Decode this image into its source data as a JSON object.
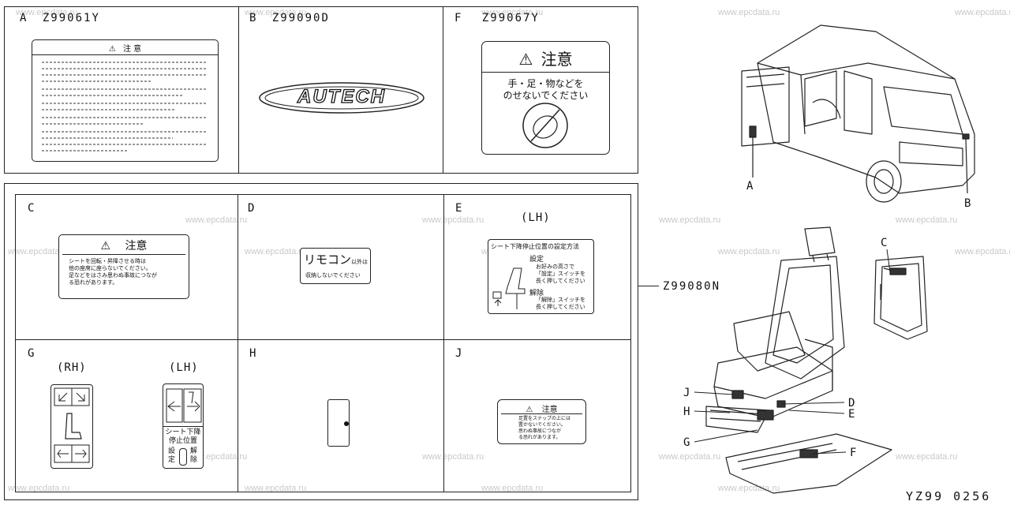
{
  "watermark": "www.epcdata.ru",
  "panel_top": {
    "A": {
      "letter": "A",
      "code": "Z99061Y",
      "label_title": "注 意"
    },
    "B": {
      "letter": "B",
      "code": "Z99090D",
      "emblem_text": "AUTECH"
    },
    "F": {
      "letter": "F",
      "code": "Z99067Y",
      "title": "注意",
      "line1": "手・足・物などを",
      "line2": "のせないでください"
    }
  },
  "panel_bottom": {
    "group_code": "Z99080N",
    "C": {
      "letter": "C",
      "title": "注意",
      "line1": "シートを回転・昇降させる時は",
      "line2": "他の座席に座らないでください。",
      "line3": "足などをはさみ思わぬ事故につなが",
      "line4": "る恐れがあります。"
    },
    "D": {
      "letter": "D",
      "big": "リモコン",
      "small": "以外は",
      "line2": "収納しないでください"
    },
    "E": {
      "letter": "E",
      "side": "(LH)",
      "title": "シート下降停止位置の設定方法",
      "set": "設定",
      "set_note1": "お好みの高さで",
      "set_note2": "「設定」スイッチを",
      "set_note3": "長く押してください",
      "release": "解除",
      "rel_note1": "「解除」スイッチを",
      "rel_note2": "長く押してください"
    },
    "G": {
      "letter": "G",
      "rh": "(RH)",
      "lh": "(LH)",
      "lh_line1": "シート下降",
      "lh_line2": "停止位置",
      "set": "設定",
      "release": "解除"
    },
    "H": {
      "letter": "H"
    },
    "J": {
      "letter": "J",
      "title": "注意",
      "line1": "足置をステップの上には",
      "line2": "置かないでください。",
      "line3": "思わぬ事故につなが",
      "line4": "る恐れがあります。"
    }
  },
  "callouts": {
    "A": "A",
    "B": "B",
    "C": "C",
    "D": "D",
    "E": "E",
    "F": "F",
    "G": "G",
    "H": "H",
    "J": "J"
  },
  "diagram_code": "YZ99 0256"
}
